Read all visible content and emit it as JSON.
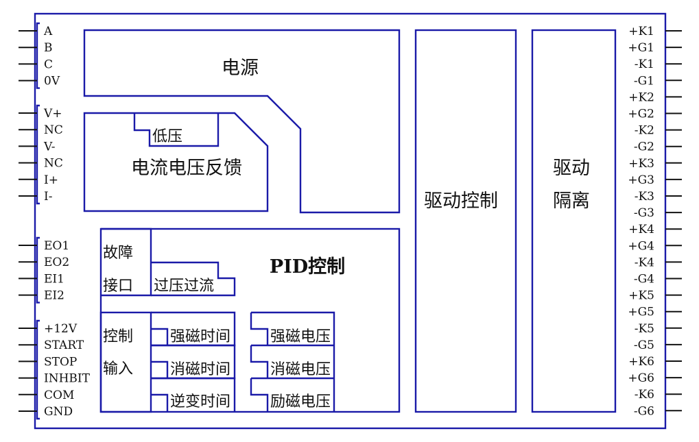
{
  "left_groups": [
    {
      "pins": [
        "A",
        "B",
        "C",
        "0V"
      ]
    },
    {
      "pins": [
        "V+",
        "NC",
        "V-",
        "NC",
        "I+",
        "I-"
      ]
    },
    {
      "pins": [
        "EO1",
        "EO2",
        "EI1",
        "EI2"
      ]
    },
    {
      "pins": [
        "+12V",
        "START",
        "STOP",
        "INHBIT",
        "COM",
        "GND"
      ]
    }
  ],
  "right_pins": [
    "+K1",
    "+G1",
    "-K1",
    "-G1",
    "+K2",
    "+G2",
    "-K2",
    "-G2",
    "+K3",
    "+G3",
    "-K3",
    "-G3",
    "+K4",
    "+G4",
    "-K4",
    "-G4",
    "+K5",
    "+G5",
    "-K5",
    "-G5",
    "+K6",
    "+G6",
    "-K6",
    "-G6"
  ],
  "blocks": {
    "power": "电源",
    "feedback": "电流电压反馈",
    "low_voltage": "低压",
    "pid": "PID控制",
    "fault_line1": "故障",
    "fault_line2": "接口",
    "over_vi": "过压过流",
    "ctrl_line1": "控制",
    "ctrl_line2": "输入",
    "strong_time": "强磁时间",
    "demag_time": "消磁时间",
    "inverse_time": "逆变时间",
    "strong_volt": "强磁电压",
    "demag_volt": "消磁电压",
    "excite_volt": "励磁电压",
    "drive_control": "驱动控制",
    "isolation_line1": "驱动",
    "isolation_line2": "隔离"
  }
}
